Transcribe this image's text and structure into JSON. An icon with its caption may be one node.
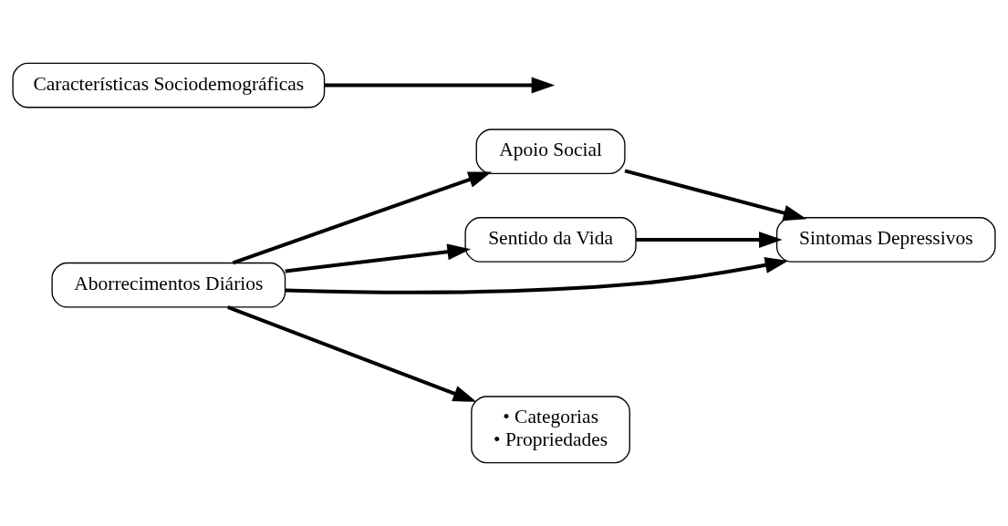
{
  "diagram": {
    "nodes": [
      {
        "text": [
          "Apoio Social"
        ]
      },
      {
        "text": [
          "Sentido da Vida"
        ]
      },
      {
        "text": [
          "Aborrecimentos Diários"
        ]
      },
      {
        "text": [
          "Sintomas Depressivos"
        ]
      },
      {
        "text": [
          "• Categorias",
          "• Propriedades"
        ]
      },
      {
        "text": [
          "Características Sociodemográficas"
        ]
      }
    ],
    "edges": [
      {
        "from": 2,
        "to": 0,
        "arrow": "to"
      },
      {
        "from": 2,
        "to": 1,
        "arrow": "to"
      },
      {
        "from": 0,
        "to": 3,
        "arrow": "to"
      },
      {
        "from": 1,
        "to": 3,
        "arrow": "to"
      },
      {
        "from": 2,
        "to": 3,
        "arrow": "to"
      },
      {
        "from": 2,
        "to": 4,
        "arrow": "to"
      },
      {
        "from": 5,
        "to": null,
        "arrow": "to"
      }
    ]
  }
}
